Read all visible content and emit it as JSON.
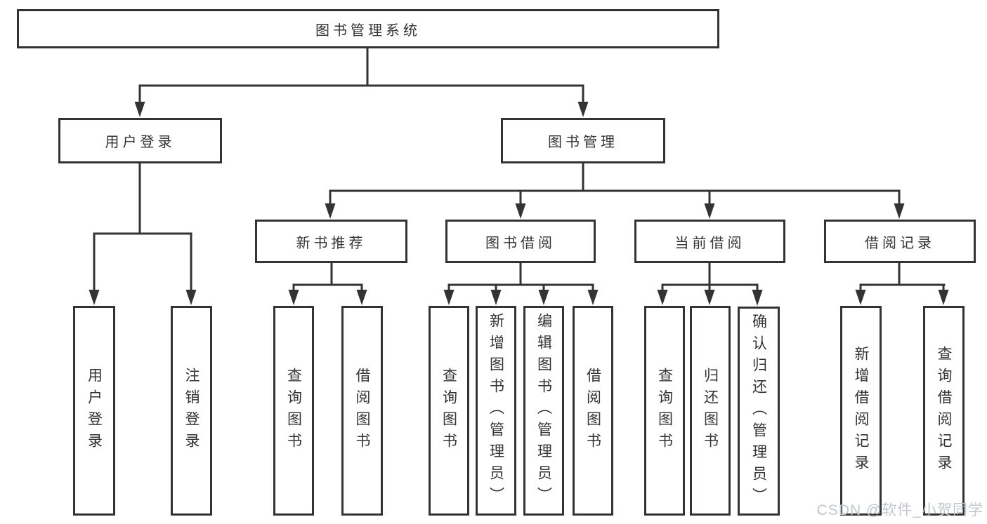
{
  "diagram": {
    "root": {
      "label": "图书管理系统"
    },
    "branches": [
      {
        "label": "用户登录",
        "children": [
          {
            "label": "用户登录"
          },
          {
            "label": "注销登录"
          }
        ]
      },
      {
        "label": "图书管理",
        "modules": [
          {
            "label": "新书推荐",
            "children": [
              {
                "label": "查询图书"
              },
              {
                "label": "借阅图书"
              }
            ]
          },
          {
            "label": "图书借阅",
            "children": [
              {
                "label": "查询图书"
              },
              {
                "label": "新增图书（管理员）"
              },
              {
                "label": "编辑图书（管理员）"
              },
              {
                "label": "借阅图书"
              }
            ]
          },
          {
            "label": "当前借阅",
            "children": [
              {
                "label": "查询图书"
              },
              {
                "label": "归还图书"
              },
              {
                "label": "确认归还（管理员）"
              }
            ]
          },
          {
            "label": "借阅记录",
            "children": [
              {
                "label": "新增借阅记录"
              },
              {
                "label": "查询借阅记录"
              }
            ]
          }
        ]
      }
    ]
  },
  "watermark": {
    "text": "CSDN @软件_小贺同学"
  },
  "colors": {
    "line": "#333333",
    "text": "#333333",
    "box_background": "#ffffff",
    "page_background": "#ffffff",
    "watermark": "#c3c6cd"
  }
}
